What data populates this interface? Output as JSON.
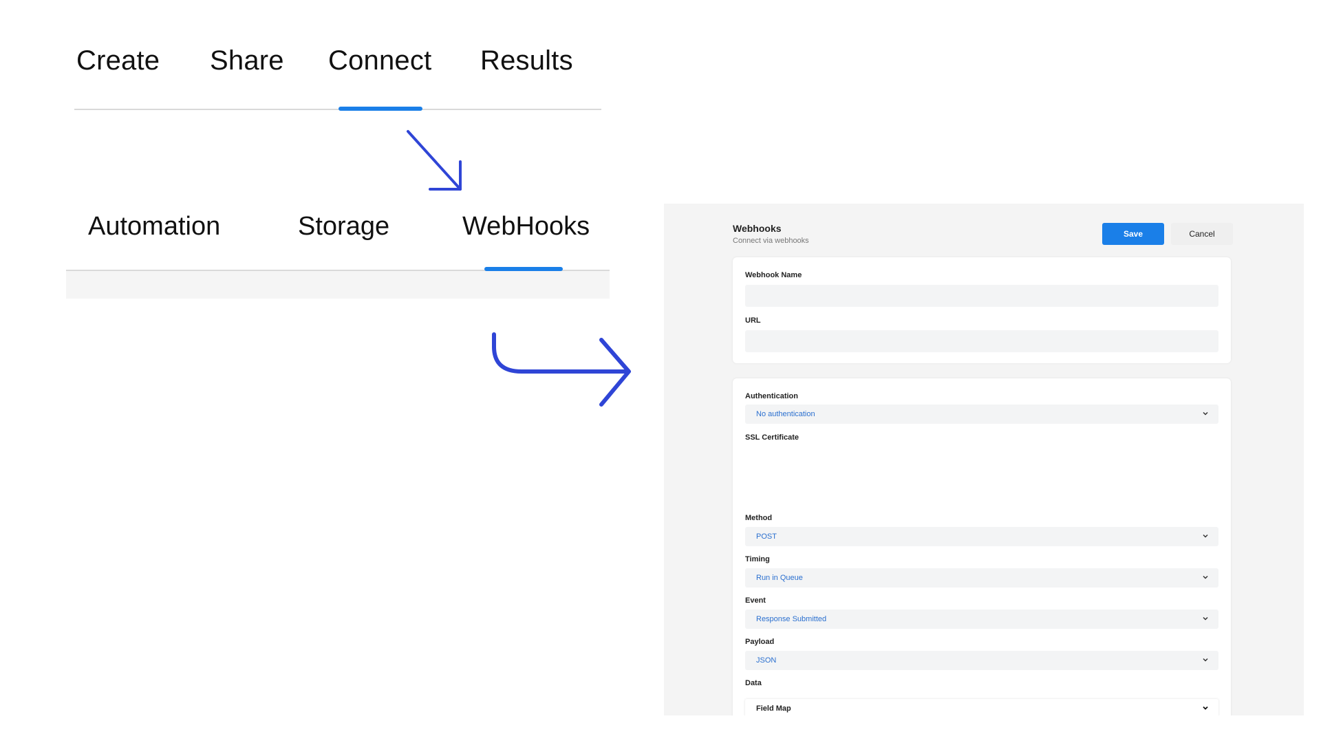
{
  "top_tabs": {
    "items": [
      {
        "label": "Create"
      },
      {
        "label": "Share"
      },
      {
        "label": "Connect"
      },
      {
        "label": "Results"
      }
    ],
    "active": "Connect"
  },
  "sub_tabs": {
    "items": [
      {
        "label": "Automation"
      },
      {
        "label": "Storage"
      },
      {
        "label": "WebHooks"
      }
    ],
    "active": "WebHooks"
  },
  "webhooks_panel": {
    "title": "Webhooks",
    "subtitle": "Connect via webhooks",
    "save_label": "Save",
    "cancel_label": "Cancel",
    "fields": {
      "webhook_name": {
        "label": "Webhook Name",
        "value": ""
      },
      "url": {
        "label": "URL",
        "value": ""
      },
      "authentication": {
        "label": "Authentication",
        "value": "No authentication"
      },
      "ssl_certificate": {
        "label": "SSL Certificate"
      },
      "method": {
        "label": "Method",
        "value": "POST"
      },
      "timing": {
        "label": "Timing",
        "value": "Run in Queue"
      },
      "event": {
        "label": "Event",
        "value": "Response Submitted"
      },
      "payload": {
        "label": "Payload",
        "value": "JSON"
      },
      "data": {
        "label": "Data",
        "value": "Field Map"
      }
    }
  },
  "colors": {
    "accent": "#1a7fe8",
    "arrow": "#2f45d6",
    "select_text": "#2a6fcf"
  },
  "icons": [
    "arrow-down-right-icon",
    "curved-arrow-right-icon",
    "chevron-down-icon"
  ]
}
